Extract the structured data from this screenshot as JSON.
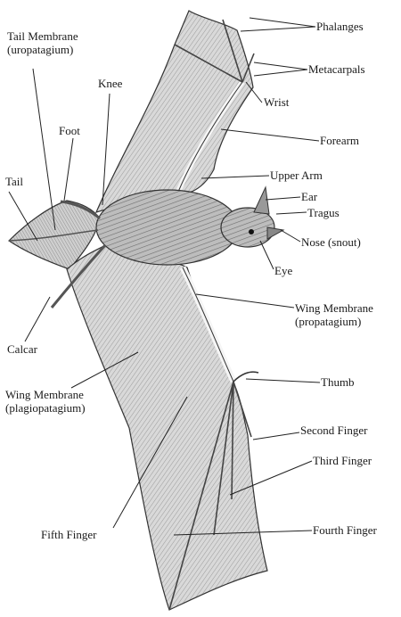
{
  "labels": {
    "phalanges": "Phalanges",
    "metacarpals": "Metacarpals",
    "wrist": "Wrist",
    "forearm": "Forearm",
    "upper_arm": "Upper Arm",
    "ear": "Ear",
    "tragus": "Tragus",
    "nose": "Nose (snout)",
    "eye": "Eye",
    "wing_membrane_pro": [
      "Wing Membrane",
      "(propatagium)"
    ],
    "thumb": "Thumb",
    "second_finger": "Second Finger",
    "third_finger": "Third Finger",
    "fourth_finger": "Fourth Finger",
    "fifth_finger": "Fifth Finger",
    "wing_membrane_plagio": [
      "Wing Membrane",
      "(plagiopatagium)"
    ],
    "calcar": "Calcar",
    "tail": "Tail",
    "foot": "Foot",
    "knee": "Knee",
    "tail_membrane": [
      "Tail Membrane",
      "(uropatagium)"
    ]
  }
}
